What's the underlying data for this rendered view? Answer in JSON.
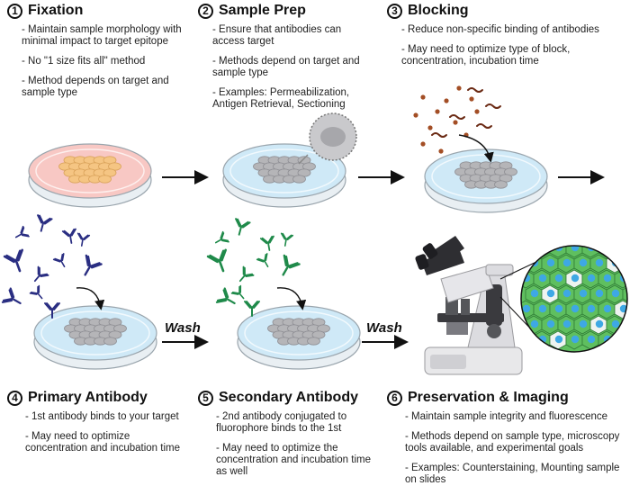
{
  "steps": [
    {
      "number": "1",
      "title": "Fixation",
      "notes": [
        "- Maintain sample morphology with minimal impact to target epitope",
        "- No \"1 size fits all\" method",
        "- Method depends on target and sample type"
      ]
    },
    {
      "number": "2",
      "title": "Sample Prep",
      "notes": [
        "- Ensure that antibodies can access target",
        "- Methods depend on target and sample type",
        "- Examples: Permeabilization, Antigen Retrieval, Sectioning"
      ]
    },
    {
      "number": "3",
      "title": "Blocking",
      "notes": [
        "- Reduce non-specific binding of antibodies",
        "- May need to optimize type of block, concentration, incubation time"
      ]
    },
    {
      "number": "4",
      "title": "Primary Antibody",
      "notes": [
        "- 1st antibody binds to your target",
        "- May need to optimize concentration and incubation time"
      ]
    },
    {
      "number": "5",
      "title": "Secondary Antibody",
      "notes": [
        "- 2nd antibody conjugated to fluorophore binds to the 1st",
        "- May need to optimize the concentration and incubation time as well"
      ]
    },
    {
      "number": "6",
      "title": "Preservation & Imaging",
      "notes": [
        "- Maintain sample integrity and fluorescence",
        "- Methods depend on sample type, microscopy tools available, and experimental  goals",
        "- Examples: Counterstaining, Mounting sample on slides"
      ]
    }
  ],
  "wash_labels": [
    "Wash",
    "Wash"
  ],
  "colors": {
    "fixation_dish": "#f8c8c4",
    "fixation_cells": "#f5c583",
    "dish_liquid": "#cfe9f7",
    "cells": "#b5b5b8",
    "blocking_dots": "#a34e25",
    "primary_antibody": "#2a2e82",
    "secondary_antibody": "#1f8a4a",
    "fluorescence_green": "#5fbf5f",
    "fluorescence_blue": "#3ea8e4"
  }
}
